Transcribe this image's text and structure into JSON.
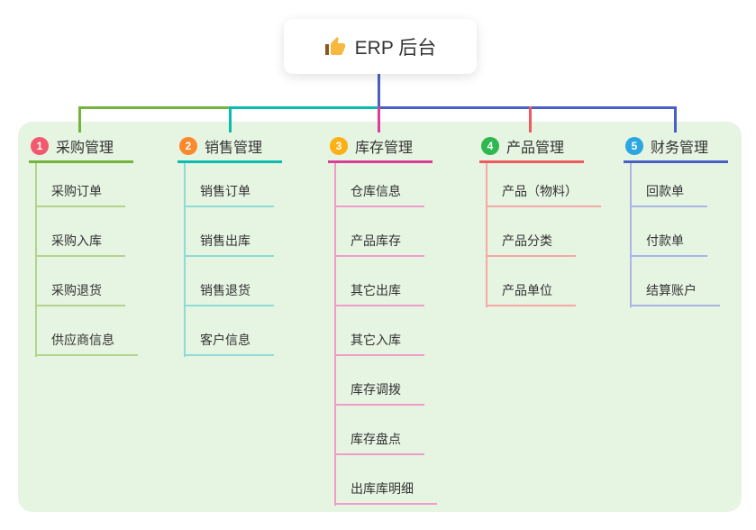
{
  "root": {
    "label": "ERP 后台",
    "icon": "thumbs-up-icon"
  },
  "theme": {
    "page_background": "#ffffff",
    "panel_background": "#e6f4e2",
    "text_color": "#333333",
    "node_background": "#ffffff",
    "root_connector_color": "#4a5fc6",
    "thumb_icon_color": "#f6b83d",
    "thumb_sleeve_color": "#8d5524"
  },
  "branches": [
    {
      "number": "1",
      "label": "采购管理",
      "badge_color": "#f2596d",
      "line_color": "#72b43c",
      "child_line_color": "#b2d48e",
      "children": [
        "采购订单",
        "采购入库",
        "采购退货",
        "供应商信息"
      ]
    },
    {
      "number": "2",
      "label": "销售管理",
      "badge_color": "#fb8a2e",
      "line_color": "#0bbcae",
      "child_line_color": "#8edcd4",
      "children": [
        "销售订单",
        "销售出库",
        "销售退货",
        "客户信息"
      ]
    },
    {
      "number": "3",
      "label": "库存管理",
      "badge_color": "#fbb016",
      "line_color": "#db3d9b",
      "child_line_color": "#f09cc9",
      "children": [
        "仓库信息",
        "产品库存",
        "其它出库",
        "其它入库",
        "库存调拨",
        "库存盘点",
        "出库库明细"
      ]
    },
    {
      "number": "4",
      "label": "产品管理",
      "badge_color": "#2fb84f",
      "line_color": "#f05a5e",
      "child_line_color": "#f6a7a7",
      "children": [
        "产品（物料）",
        "产品分类",
        "产品单位"
      ]
    },
    {
      "number": "5",
      "label": "财务管理",
      "badge_color": "#2ba6e0",
      "line_color": "#4a5fc6",
      "child_line_color": "#a8b6e6",
      "children": [
        "回款单",
        "付款单",
        "结算账户"
      ]
    }
  ]
}
